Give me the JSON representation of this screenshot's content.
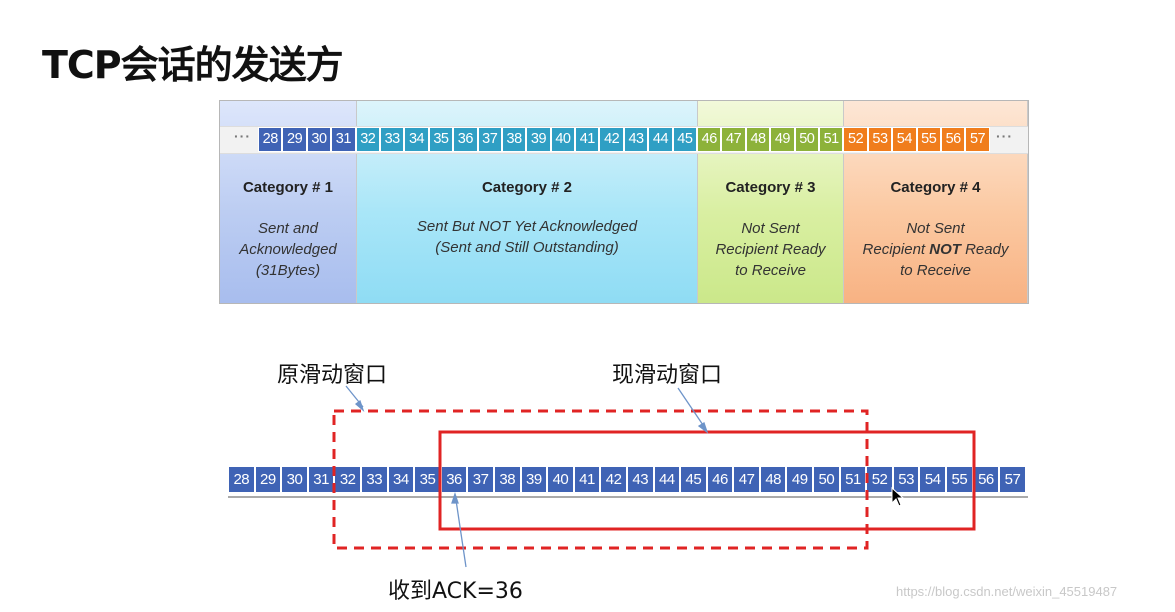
{
  "title": "TCP会话的发送方",
  "top": {
    "ellipsis_left": "···",
    "ellipsis_right": "···",
    "cells": [
      {
        "n": "28",
        "cat": "sent"
      },
      {
        "n": "29",
        "cat": "sent"
      },
      {
        "n": "30",
        "cat": "sent"
      },
      {
        "n": "31",
        "cat": "sent"
      },
      {
        "n": "32",
        "cat": "out"
      },
      {
        "n": "33",
        "cat": "out"
      },
      {
        "n": "34",
        "cat": "out"
      },
      {
        "n": "35",
        "cat": "out"
      },
      {
        "n": "36",
        "cat": "out"
      },
      {
        "n": "37",
        "cat": "out"
      },
      {
        "n": "38",
        "cat": "out"
      },
      {
        "n": "39",
        "cat": "out"
      },
      {
        "n": "40",
        "cat": "out"
      },
      {
        "n": "41",
        "cat": "out"
      },
      {
        "n": "42",
        "cat": "out"
      },
      {
        "n": "43",
        "cat": "out"
      },
      {
        "n": "44",
        "cat": "out"
      },
      {
        "n": "45",
        "cat": "out"
      },
      {
        "n": "46",
        "cat": "ready"
      },
      {
        "n": "47",
        "cat": "ready"
      },
      {
        "n": "48",
        "cat": "ready"
      },
      {
        "n": "49",
        "cat": "ready"
      },
      {
        "n": "50",
        "cat": "ready"
      },
      {
        "n": "51",
        "cat": "ready"
      },
      {
        "n": "52",
        "cat": "not"
      },
      {
        "n": "53",
        "cat": "not"
      },
      {
        "n": "54",
        "cat": "not"
      },
      {
        "n": "55",
        "cat": "not"
      },
      {
        "n": "56",
        "cat": "not"
      },
      {
        "n": "57",
        "cat": "not"
      }
    ],
    "categories": [
      {
        "name": "Category # 1",
        "desc_lines": [
          "Sent and",
          "Acknowledged",
          "(31Bytes)"
        ]
      },
      {
        "name": "Category # 2",
        "desc_lines": [
          "Sent But NOT Yet Acknowledged",
          "(Sent and Still Outstanding)"
        ]
      },
      {
        "name": "Category # 3",
        "desc_lines": [
          "Not Sent",
          "Recipient Ready",
          "to Receive"
        ]
      },
      {
        "name": "Category # 4",
        "desc_lines": [
          "Not Sent",
          "Recipient NOT Ready",
          "to Receive"
        ]
      }
    ]
  },
  "bottom": {
    "cells": [
      "28",
      "29",
      "30",
      "31",
      "32",
      "33",
      "34",
      "35",
      "36",
      "37",
      "38",
      "39",
      "40",
      "41",
      "42",
      "43",
      "44",
      "45",
      "46",
      "47",
      "48",
      "49",
      "50",
      "51",
      "52",
      "53",
      "54",
      "55",
      "56",
      "57"
    ],
    "old_window_label": "原滑动窗口",
    "new_window_label": "现滑动窗口",
    "ack_label": "收到ACK=36"
  },
  "colors": {
    "sent": "#3f63b5",
    "outstanding": "#2f9fc4",
    "ready": "#8db23a",
    "not_ready": "#f07d1c",
    "window": "#e02424"
  },
  "watermark": "https://blog.csdn.net/weixin_45519487"
}
